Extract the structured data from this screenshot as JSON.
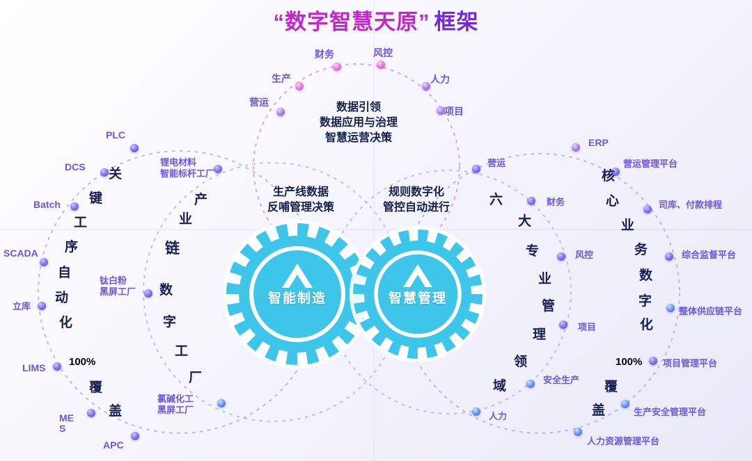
{
  "title": {
    "quoted": "“数字智慧天原”",
    "rest": "框架"
  },
  "palette": {
    "title_magenta": "#c324cc",
    "title_purple": "#7228de",
    "gear_cyan": "#3ec5ea",
    "label_purple": "#6d55e8",
    "heading_navy": "#13204e",
    "dot_purple": "#7a6cf0",
    "dot_pink": "#e273d8",
    "dot_blue": "#5e8cf2",
    "dot_violet": "#a97ae8"
  },
  "icons": {
    "gear_logo": "mountain-A-logo"
  },
  "top_ring": {
    "nodes": [
      {
        "label": "营运"
      },
      {
        "label": "生产"
      },
      {
        "label": "财务"
      },
      {
        "label": "风控"
      },
      {
        "label": "人力"
      },
      {
        "label": "项目"
      }
    ],
    "summary": [
      "数据引领",
      "数据应用与治理",
      "智慧运营决策"
    ]
  },
  "left_ring": {
    "nodes": [
      {
        "label": "PLC"
      },
      {
        "label": "DCS"
      },
      {
        "label": "Batch"
      },
      {
        "label": "SCADA"
      },
      {
        "label": "立库"
      },
      {
        "label": "LIMS"
      },
      {
        "label": "MES"
      },
      {
        "label": "APC"
      }
    ],
    "arc_text": [
      "关",
      "键",
      "工",
      "序",
      "自",
      "动",
      "化",
      "100%",
      "覆",
      "盖"
    ]
  },
  "industry_ring": {
    "arc_text": [
      "产",
      "业",
      "链",
      "数",
      "字",
      "工",
      "厂"
    ],
    "factories": [
      {
        "line1": "锂电材料",
        "line2": "智能标杆工厂"
      },
      {
        "line1": "钛白粉",
        "line2": "黑屏工厂"
      },
      {
        "line1": "氯碱化工",
        "line2": "黑屏工厂"
      }
    ]
  },
  "gears": [
    {
      "label": "智能制造",
      "caption1": "生产线数据",
      "caption2": "反哺管理决策"
    },
    {
      "label": "智慧管理",
      "caption1": "规则数字化",
      "caption2": "管控自动进行"
    }
  ],
  "domain_ring": {
    "arc_text": [
      "六",
      "大",
      "专",
      "业",
      "管",
      "理",
      "领",
      "域"
    ],
    "nodes": [
      {
        "label": "营运"
      },
      {
        "label": "财务"
      },
      {
        "label": "风控"
      },
      {
        "label": "项目"
      },
      {
        "label": "安全生产"
      },
      {
        "label": "人力"
      }
    ]
  },
  "platform_ring": {
    "arc_text": [
      "核",
      "心",
      "业",
      "务",
      "数",
      "字",
      "化",
      "100%",
      "覆",
      "盖"
    ],
    "nodes": [
      {
        "label": "ERP"
      },
      {
        "label": "营运管理平台"
      },
      {
        "label": "司库、付款排程"
      },
      {
        "label": "综合监督平台"
      },
      {
        "label": "整体供应链平台"
      },
      {
        "label": "项目管理平台"
      },
      {
        "label": "生产安全管理平台"
      },
      {
        "label": "人力资源管理平台"
      }
    ]
  }
}
